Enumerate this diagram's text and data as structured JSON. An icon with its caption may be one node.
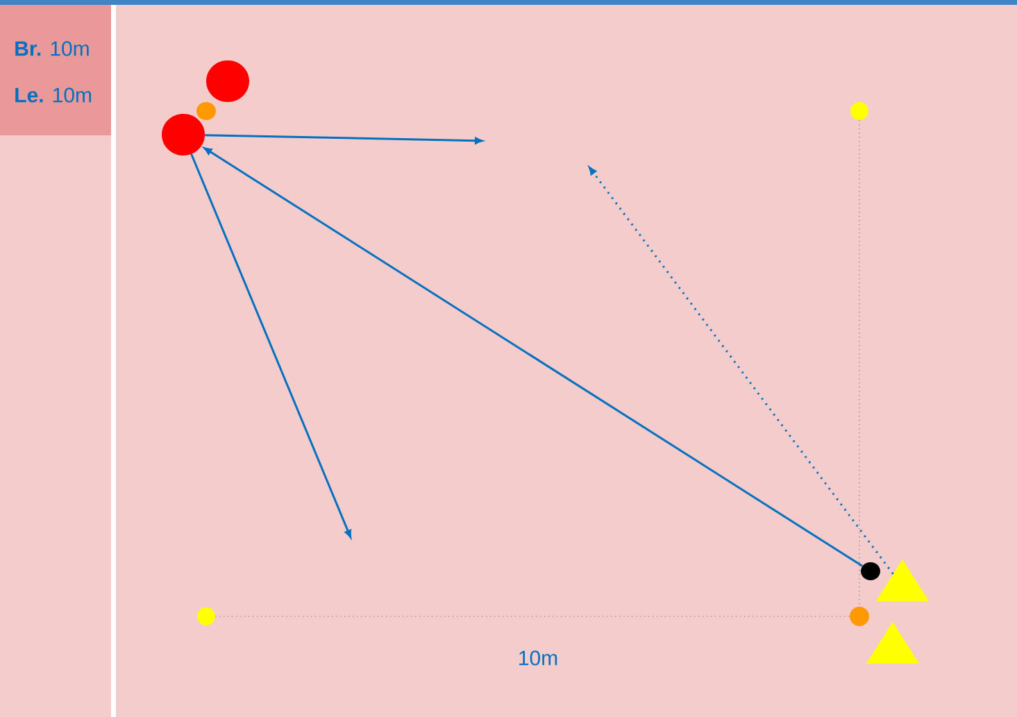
{
  "diagram": {
    "nodes": [
      {
        "text": [],
        "shape": "circle"
      },
      {
        "text": [],
        "shape": "circle"
      },
      {
        "text": [],
        "shape": "circle"
      },
      {
        "text": [],
        "shape": "circle"
      },
      {
        "text": [],
        "shape": "circle"
      },
      {
        "text": [],
        "shape": "triangle"
      },
      {
        "text": [],
        "shape": "circle"
      },
      {
        "text": [],
        "shape": "circle"
      },
      {
        "text": [],
        "shape": "triangle"
      }
    ],
    "edges": [
      {
        "from": 2,
        "to": null,
        "arrow": "to"
      },
      {
        "from": 4,
        "to": 2,
        "arrow": "to"
      },
      {
        "from": 2,
        "to": null,
        "arrow": "to"
      },
      {
        "from": 5,
        "to": null,
        "arrow": "to",
        "style": "dashed"
      },
      {
        "from": 3,
        "to": 7,
        "arrow": "none",
        "style": "dashed",
        "color": "#5a5a6e"
      },
      {
        "from": 6,
        "to": 7,
        "arrow": "none",
        "style": "dashed",
        "color": "#5a5a6e"
      }
    ],
    "labels": [
      "**Br.** 10m",
      "**Le.** 10m",
      "10m"
    ]
  }
}
